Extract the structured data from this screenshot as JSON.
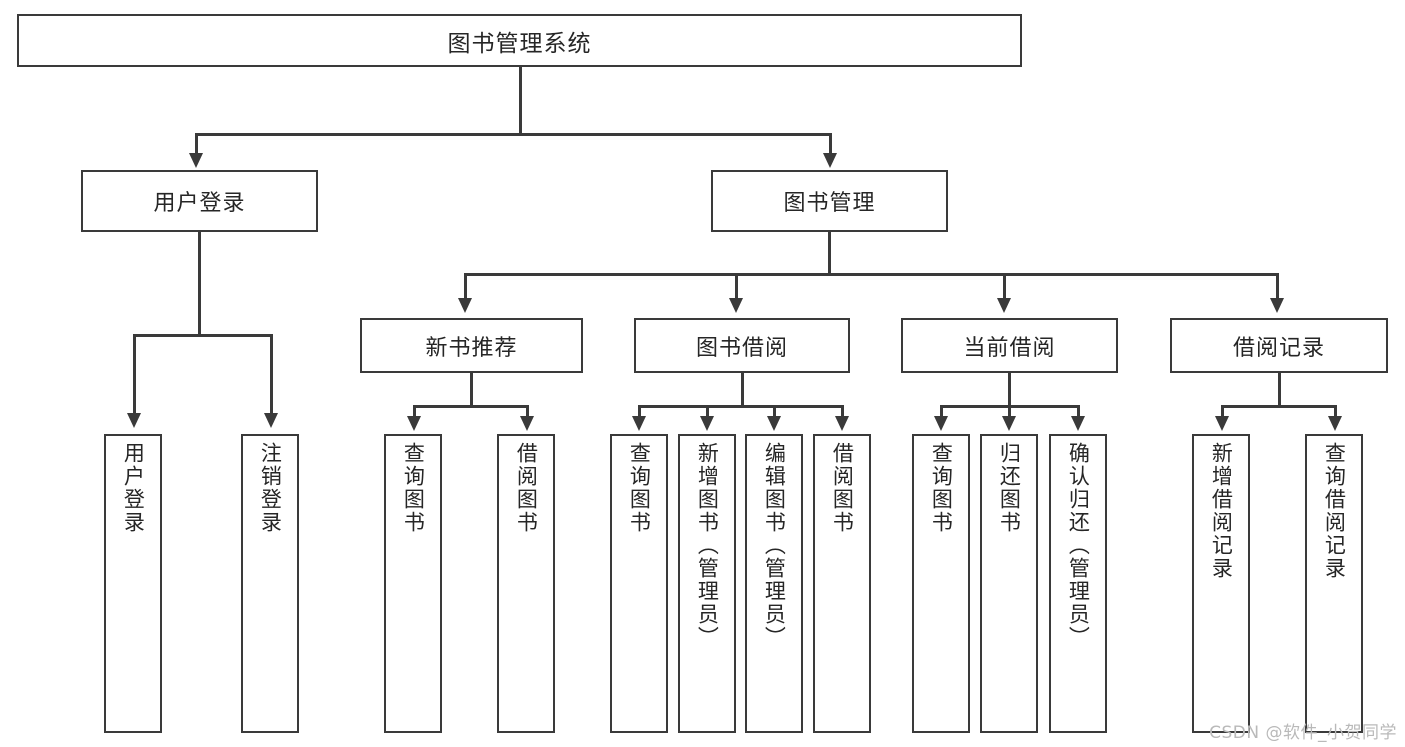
{
  "diagram": {
    "title": "图书管理系统",
    "root": {
      "label": "图书管理系统"
    },
    "level2": [
      {
        "label": "用户登录"
      },
      {
        "label": "图书管理"
      }
    ],
    "level3": [
      {
        "label": "新书推荐"
      },
      {
        "label": "图书借阅"
      },
      {
        "label": "当前借阅"
      },
      {
        "label": "借阅记录"
      }
    ],
    "leaves": [
      {
        "label": "用户登录"
      },
      {
        "label": "注销登录"
      },
      {
        "label": "查询图书"
      },
      {
        "label": "借阅图书"
      },
      {
        "label": "查询图书"
      },
      {
        "label": "新增图书（管理员）"
      },
      {
        "label": "编辑图书（管理员）"
      },
      {
        "label": "借阅图书"
      },
      {
        "label": "查询图书"
      },
      {
        "label": "归还图书"
      },
      {
        "label": "确认归还（管理员）"
      },
      {
        "label": "新增借阅记录"
      },
      {
        "label": "查询借阅记录"
      }
    ]
  },
  "watermark": {
    "text": "CSDN @软件_小贺同学"
  },
  "colors": {
    "stroke": "#3a3a3a",
    "background": "#ffffff",
    "text": "#262626",
    "watermark": "#b9b9b9"
  }
}
